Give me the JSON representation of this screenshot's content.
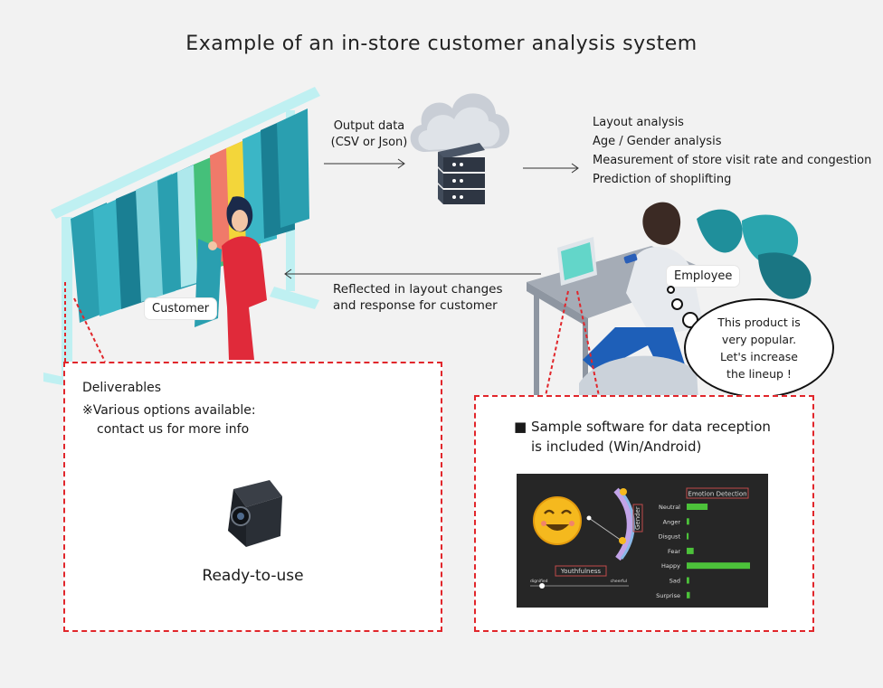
{
  "title": "Example of an in-store customer analysis system",
  "output_data": {
    "line1": "Output data",
    "line2": "(CSV or Json)"
  },
  "analysis_items": [
    "Layout analysis",
    "Age / Gender analysis",
    "Measurement of store visit rate and congestion",
    "Prediction of shoplifting"
  ],
  "reflected": {
    "line1": "Reflected in layout changes",
    "line2": "and response for customer"
  },
  "customer_label": "Customer",
  "employee_label": "Employee",
  "thought": [
    "This product is",
    "very popular.",
    "Let's increase",
    "the lineup !"
  ],
  "deliverables": {
    "heading": "Deliverables",
    "note_line1": "※Various options available:",
    "note_line2": "contact us for more info",
    "product": "Ready-to-use"
  },
  "sample": {
    "line1": "■ Sample software for data reception",
    "line2": "is included (Win/Android)"
  },
  "emotion_panel": {
    "title": "Emotion Detection",
    "gender_label": "Gender",
    "youthfulness_label": "Youthfulness",
    "slider_left": "dignified",
    "slider_right": "cheerful",
    "slider_level": 0.12,
    "emotions": [
      {
        "name": "Neutral",
        "level": 0.33
      },
      {
        "name": "Anger",
        "level": 0.04
      },
      {
        "name": "Disgust",
        "level": 0.03
      },
      {
        "name": "Fear",
        "level": 0.11
      },
      {
        "name": "Happy",
        "level": 1.0
      },
      {
        "name": "Sad",
        "level": 0.04
      },
      {
        "name": "Surprise",
        "level": 0.05
      }
    ]
  },
  "colors": {
    "accent_red": "#e1262b",
    "bar_green": "#4cc23a",
    "panel_bg": "#262626"
  }
}
